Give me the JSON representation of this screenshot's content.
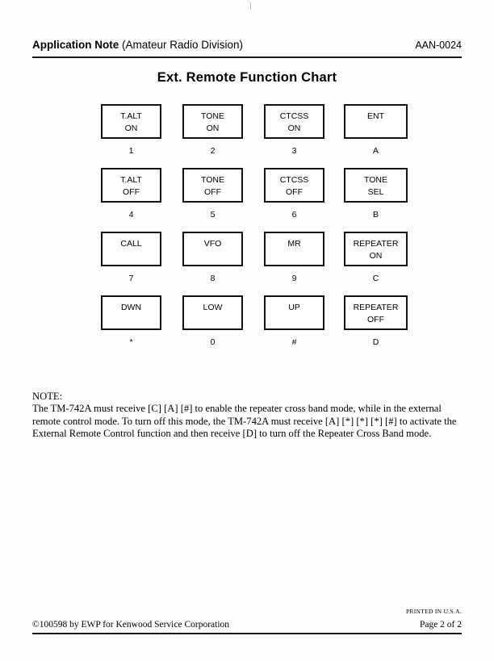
{
  "header": {
    "title_strong": "Application Note",
    "title_rest": " (Amateur Radio Division)",
    "doc_code": "AAN-0024"
  },
  "title": "Ext. Remote Function Chart",
  "keypad": {
    "rows": [
      [
        {
          "lines": [
            "T.ALT",
            "ON"
          ],
          "key": "1"
        },
        {
          "lines": [
            "TONE",
            "ON"
          ],
          "key": "2"
        },
        {
          "lines": [
            "CTCSS",
            "ON"
          ],
          "key": "3"
        },
        {
          "lines": [
            "ENT"
          ],
          "key": "A"
        }
      ],
      [
        {
          "lines": [
            "T.ALT",
            "OFF"
          ],
          "key": "4"
        },
        {
          "lines": [
            "TONE",
            "OFF"
          ],
          "key": "5"
        },
        {
          "lines": [
            "CTCSS",
            "OFF"
          ],
          "key": "6"
        },
        {
          "lines": [
            "TONE",
            "SEL"
          ],
          "key": "B"
        }
      ],
      [
        {
          "lines": [
            "CALL"
          ],
          "key": "7"
        },
        {
          "lines": [
            "VFO"
          ],
          "key": "8"
        },
        {
          "lines": [
            "MR"
          ],
          "key": "9"
        },
        {
          "lines": [
            "REPEATER",
            "ON"
          ],
          "key": "C"
        }
      ],
      [
        {
          "lines": [
            "DWN"
          ],
          "key": "*"
        },
        {
          "lines": [
            "LOW"
          ],
          "key": "0"
        },
        {
          "lines": [
            "UP"
          ],
          "key": "#"
        },
        {
          "lines": [
            "REPEATER",
            "OFF"
          ],
          "key": "D"
        }
      ]
    ]
  },
  "note": {
    "label": "NOTE:",
    "body": "The TM-742A must receive [C] [A] [#] to enable the repeater cross band mode, while in the external remote control mode. To turn off this mode, the TM-742A must receive [A] [*] [*] [*] [#] to activate the External Remote Control function and then receive [D] to turn off the Repeater Cross Band mode."
  },
  "footer": {
    "printed": "PRINTED IN U.S.A.",
    "copyright": "©100598 by EWP for Kenwood Service Corporation",
    "page": "Page 2 of 2"
  }
}
